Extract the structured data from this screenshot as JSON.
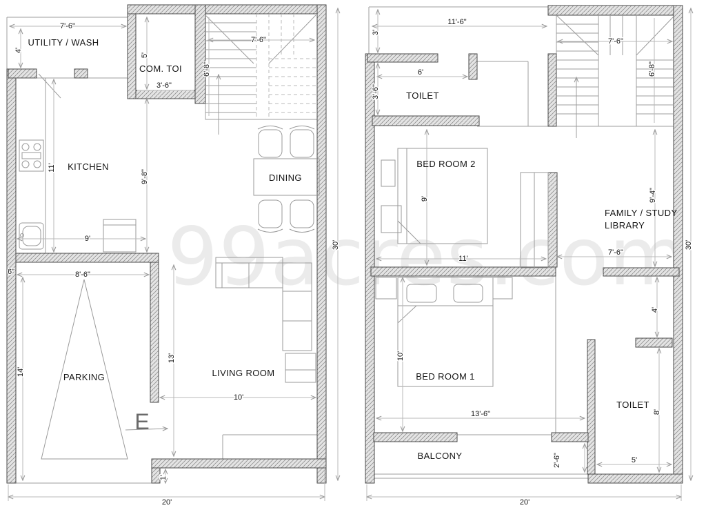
{
  "watermark": "99acres.com",
  "ground_floor": {
    "labels": {
      "utility": "UTILITY / WASH",
      "com_toi": "COM. TOI",
      "kitchen": "KITCHEN",
      "dining": "DINING",
      "parking": "PARKING",
      "living_room": "LIVING ROOM",
      "east_marker": "E"
    },
    "dims": {
      "utility_width": "7'-6\"",
      "utility_depth": "4'",
      "com_toi_depth": "5'",
      "com_toi_width": "3'-6\"",
      "stair_width": "7'-6\"",
      "stair_depth": "6'-8\"",
      "kitchen_depth": "11'",
      "kitchen_right_depth": "9'-8\"",
      "kitchen_width": "9'",
      "wall_offset": "6\"",
      "parking_width": "8'-6\"",
      "parking_depth": "14'",
      "living_depth": "13'",
      "living_width": "10'",
      "entry_step": "1'",
      "total_width": "20'",
      "total_depth": "30'"
    }
  },
  "first_floor": {
    "labels": {
      "toilet_top": "TOILET",
      "bed_room_2": "BED ROOM 2",
      "family_study": "FAMILY / STUDY",
      "library": "LIBRARY",
      "bed_room_1": "BED ROOM 1",
      "toilet_bottom": "TOILET",
      "balcony": "BALCONY"
    },
    "dims": {
      "front_offset": "3'",
      "front_width": "11'-6\"",
      "toilet_width": "6'",
      "toilet_depth": "3'-6\"",
      "stair_width": "7'-6\"",
      "stair_depth": "6'-8\"",
      "bed2_depth": "9'",
      "bed2_width": "11'",
      "family_depth": "9'-4\"",
      "family_width": "7'-6\"",
      "passage_depth": "4'",
      "bed1_depth": "10'",
      "bed1_width": "13'-6\"",
      "toilet2_depth": "8'",
      "toilet2_width": "5'",
      "balcony_depth": "2'-6\"",
      "total_width": "20'",
      "total_depth": "30'"
    }
  }
}
